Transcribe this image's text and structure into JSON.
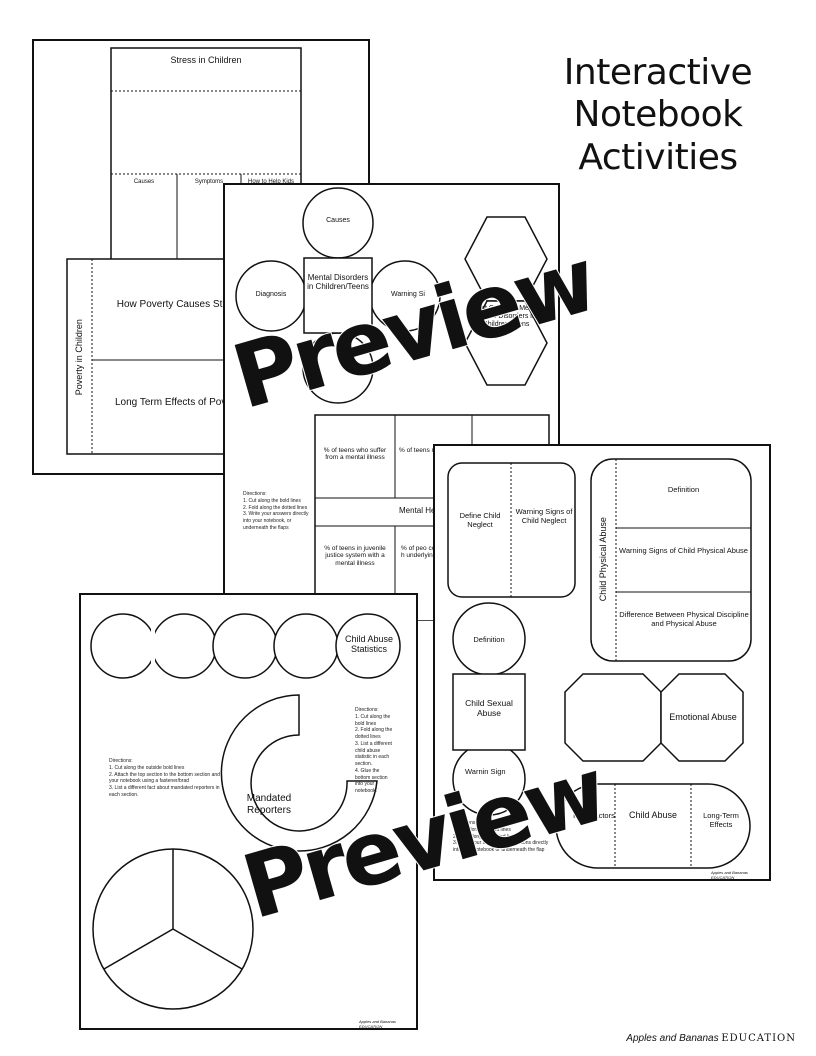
{
  "title": {
    "line1": "Interactive",
    "line2": "Notebook",
    "line3": "Activities"
  },
  "watermark": "Preview",
  "credit": {
    "script": "Apples and Bananas",
    "caps": "EDUCATION"
  },
  "page1": {
    "stress_title": "Stress in Children",
    "tabs": [
      "Causes",
      "Symptoms",
      "How to Help Kids"
    ],
    "poverty_side": "Poverty in Children",
    "poverty_top": "How Poverty Causes Stress",
    "poverty_bottom": "Long Term Effects of Poverty"
  },
  "page2": {
    "causes": "Causes",
    "center": "Mental Disorders in Children/Teens",
    "diagnosis": "Diagnosis",
    "warning": "Warning Si",
    "hex": "Most Common Mental Health Disorders in Children/Teens",
    "cell1": "% of teens who suffer from a mental illness",
    "cell2": "% of teens mood d",
    "mid": "Mental Hea",
    "cell3": "% of teens in juvenile justice system with a mental illness",
    "cell4": "% of peo commi who h underlyin illne",
    "directions": [
      "Directions:",
      "1. Cut along the bold lines",
      "2. Fold along the dotted lines",
      "3. Write your answers directly into your notebook, or underneath the flaps"
    ]
  },
  "page3": {
    "neglect_left": "Define Child Neglect",
    "neglect_right": "Warning Signs of Child Neglect",
    "phys_side": "Child Physical Abuse",
    "phys1": "Definition",
    "phys2": "Warning Signs of Child Physical Abuse",
    "phys3": "Difference Between Physical Discipline and Physical Abuse",
    "sexual_def": "Definition",
    "sexual_center": "Child Sexual Abuse",
    "sexual_bottom": "Warnin Sign",
    "emotional": "Emotional Abuse",
    "risk": "Risk Factors",
    "child_abuse": "Child Abuse",
    "longterm": "Long-Term Effects",
    "directions": [
      "Directions:",
      "1. Cut along the bold lines",
      "2. Fold along the dotted lines",
      "3. Write your answers or definitions directly into your notebook or underneath the flap"
    ],
    "credit": "Apples and Bananas EDUCATION"
  },
  "page4": {
    "stats_label": "Child Abuse Statistics",
    "mandated": "Mandated Reporters",
    "directions_left": [
      "Directions:",
      "1. Cut along the outside bold lines",
      "2. Attach the top section to the bottom section and your notebook using a fastener/brad",
      "3. List a different fact about mandated reporters in each section."
    ],
    "directions_right": [
      "Directions:",
      "1. Cut along the bold lines",
      "2. Fold along the dotted lines",
      "3. List a different child abuse statistic in each section.",
      "4. Glue the bottom section into your notebook."
    ],
    "credit": "Apples and Bananas EDUCATION"
  }
}
